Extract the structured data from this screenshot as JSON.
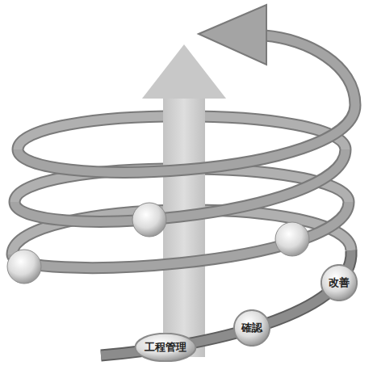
{
  "diagram": {
    "nodes": [
      {
        "text": [
          "工程管理"
        ]
      },
      {
        "text": [
          "確認"
        ]
      },
      {
        "text": [
          "改善"
        ]
      }
    ]
  }
}
